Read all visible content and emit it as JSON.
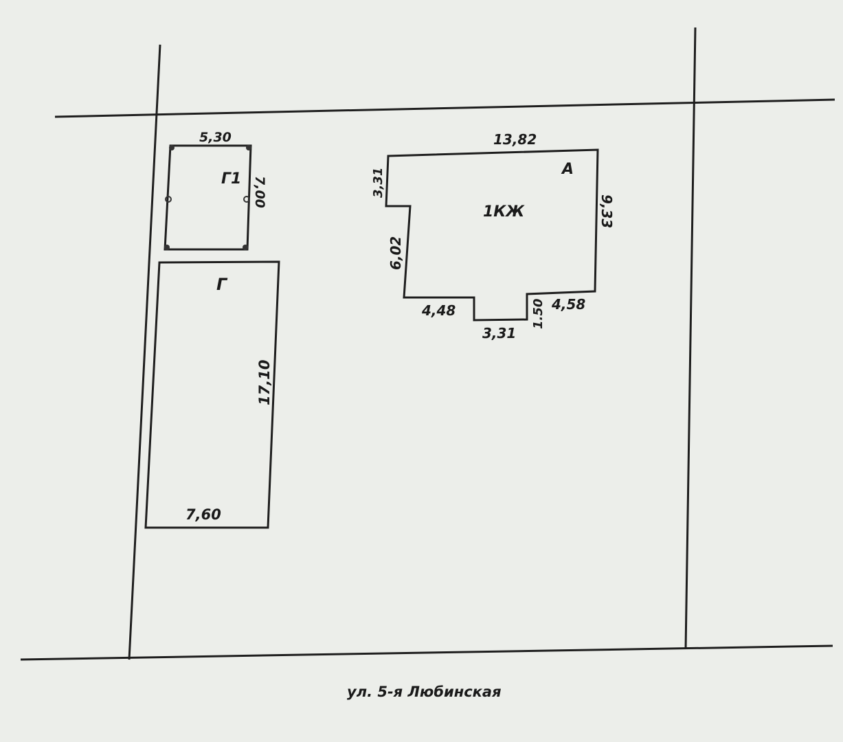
{
  "street_label": "ул. 5-я Любинская",
  "buildings": {
    "house": {
      "letter": "А",
      "type_label": "1КЖ",
      "dims": {
        "top": "13,82",
        "right": "9,33",
        "left_notch": "3,31",
        "left": "6,02",
        "bottom_left": "4,48",
        "bottom_middle": "3,31",
        "bottom_step": "1.50",
        "bottom_right": "4,58"
      }
    },
    "shed_g1": {
      "letter": "Г1",
      "dims": {
        "top": "5,30",
        "right": "7,00"
      }
    },
    "shed_g": {
      "letter": "Г",
      "dims": {
        "right": "17,10",
        "bottom": "7,60"
      }
    }
  }
}
